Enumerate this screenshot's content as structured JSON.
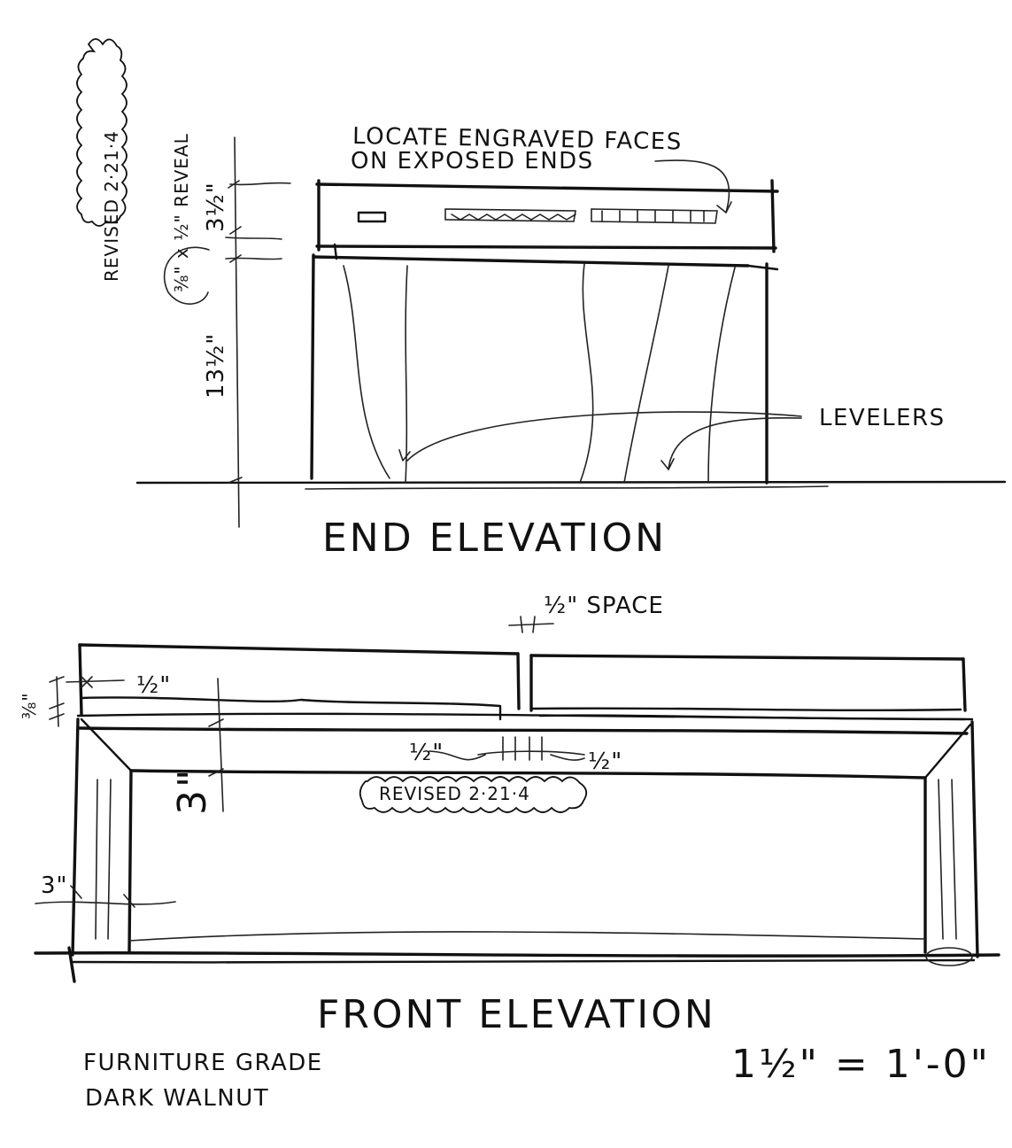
{
  "end_elevation": {
    "title": "END ELEVATION",
    "note_engraved_line1": "LOCATE ENGRAVED FACES",
    "note_engraved_line2": "ON EXPOSED ENDS",
    "note_levelers": "LEVELERS",
    "dim_top": "3½\"",
    "dim_reveal": "⅜\" x ½\" REVEAL",
    "dim_height": "13½\"",
    "revision": "REVISED 2·21·4"
  },
  "front_elevation": {
    "title": "FRONT ELEVATION",
    "dim_space": "½\" SPACE",
    "dim_half_left": "½\"",
    "dim_side": "⅜\"",
    "dim_half_mid_left": "½\"",
    "dim_half_mid_right": "½\"",
    "dim_apron": "3\"",
    "dim_leg": "3\"",
    "revision": "REVISED 2·21·4"
  },
  "notes": {
    "material_line1": "FURNITURE GRADE",
    "material_line2": "DARK WALNUT",
    "scale": "1½\" = 1'-0\""
  }
}
